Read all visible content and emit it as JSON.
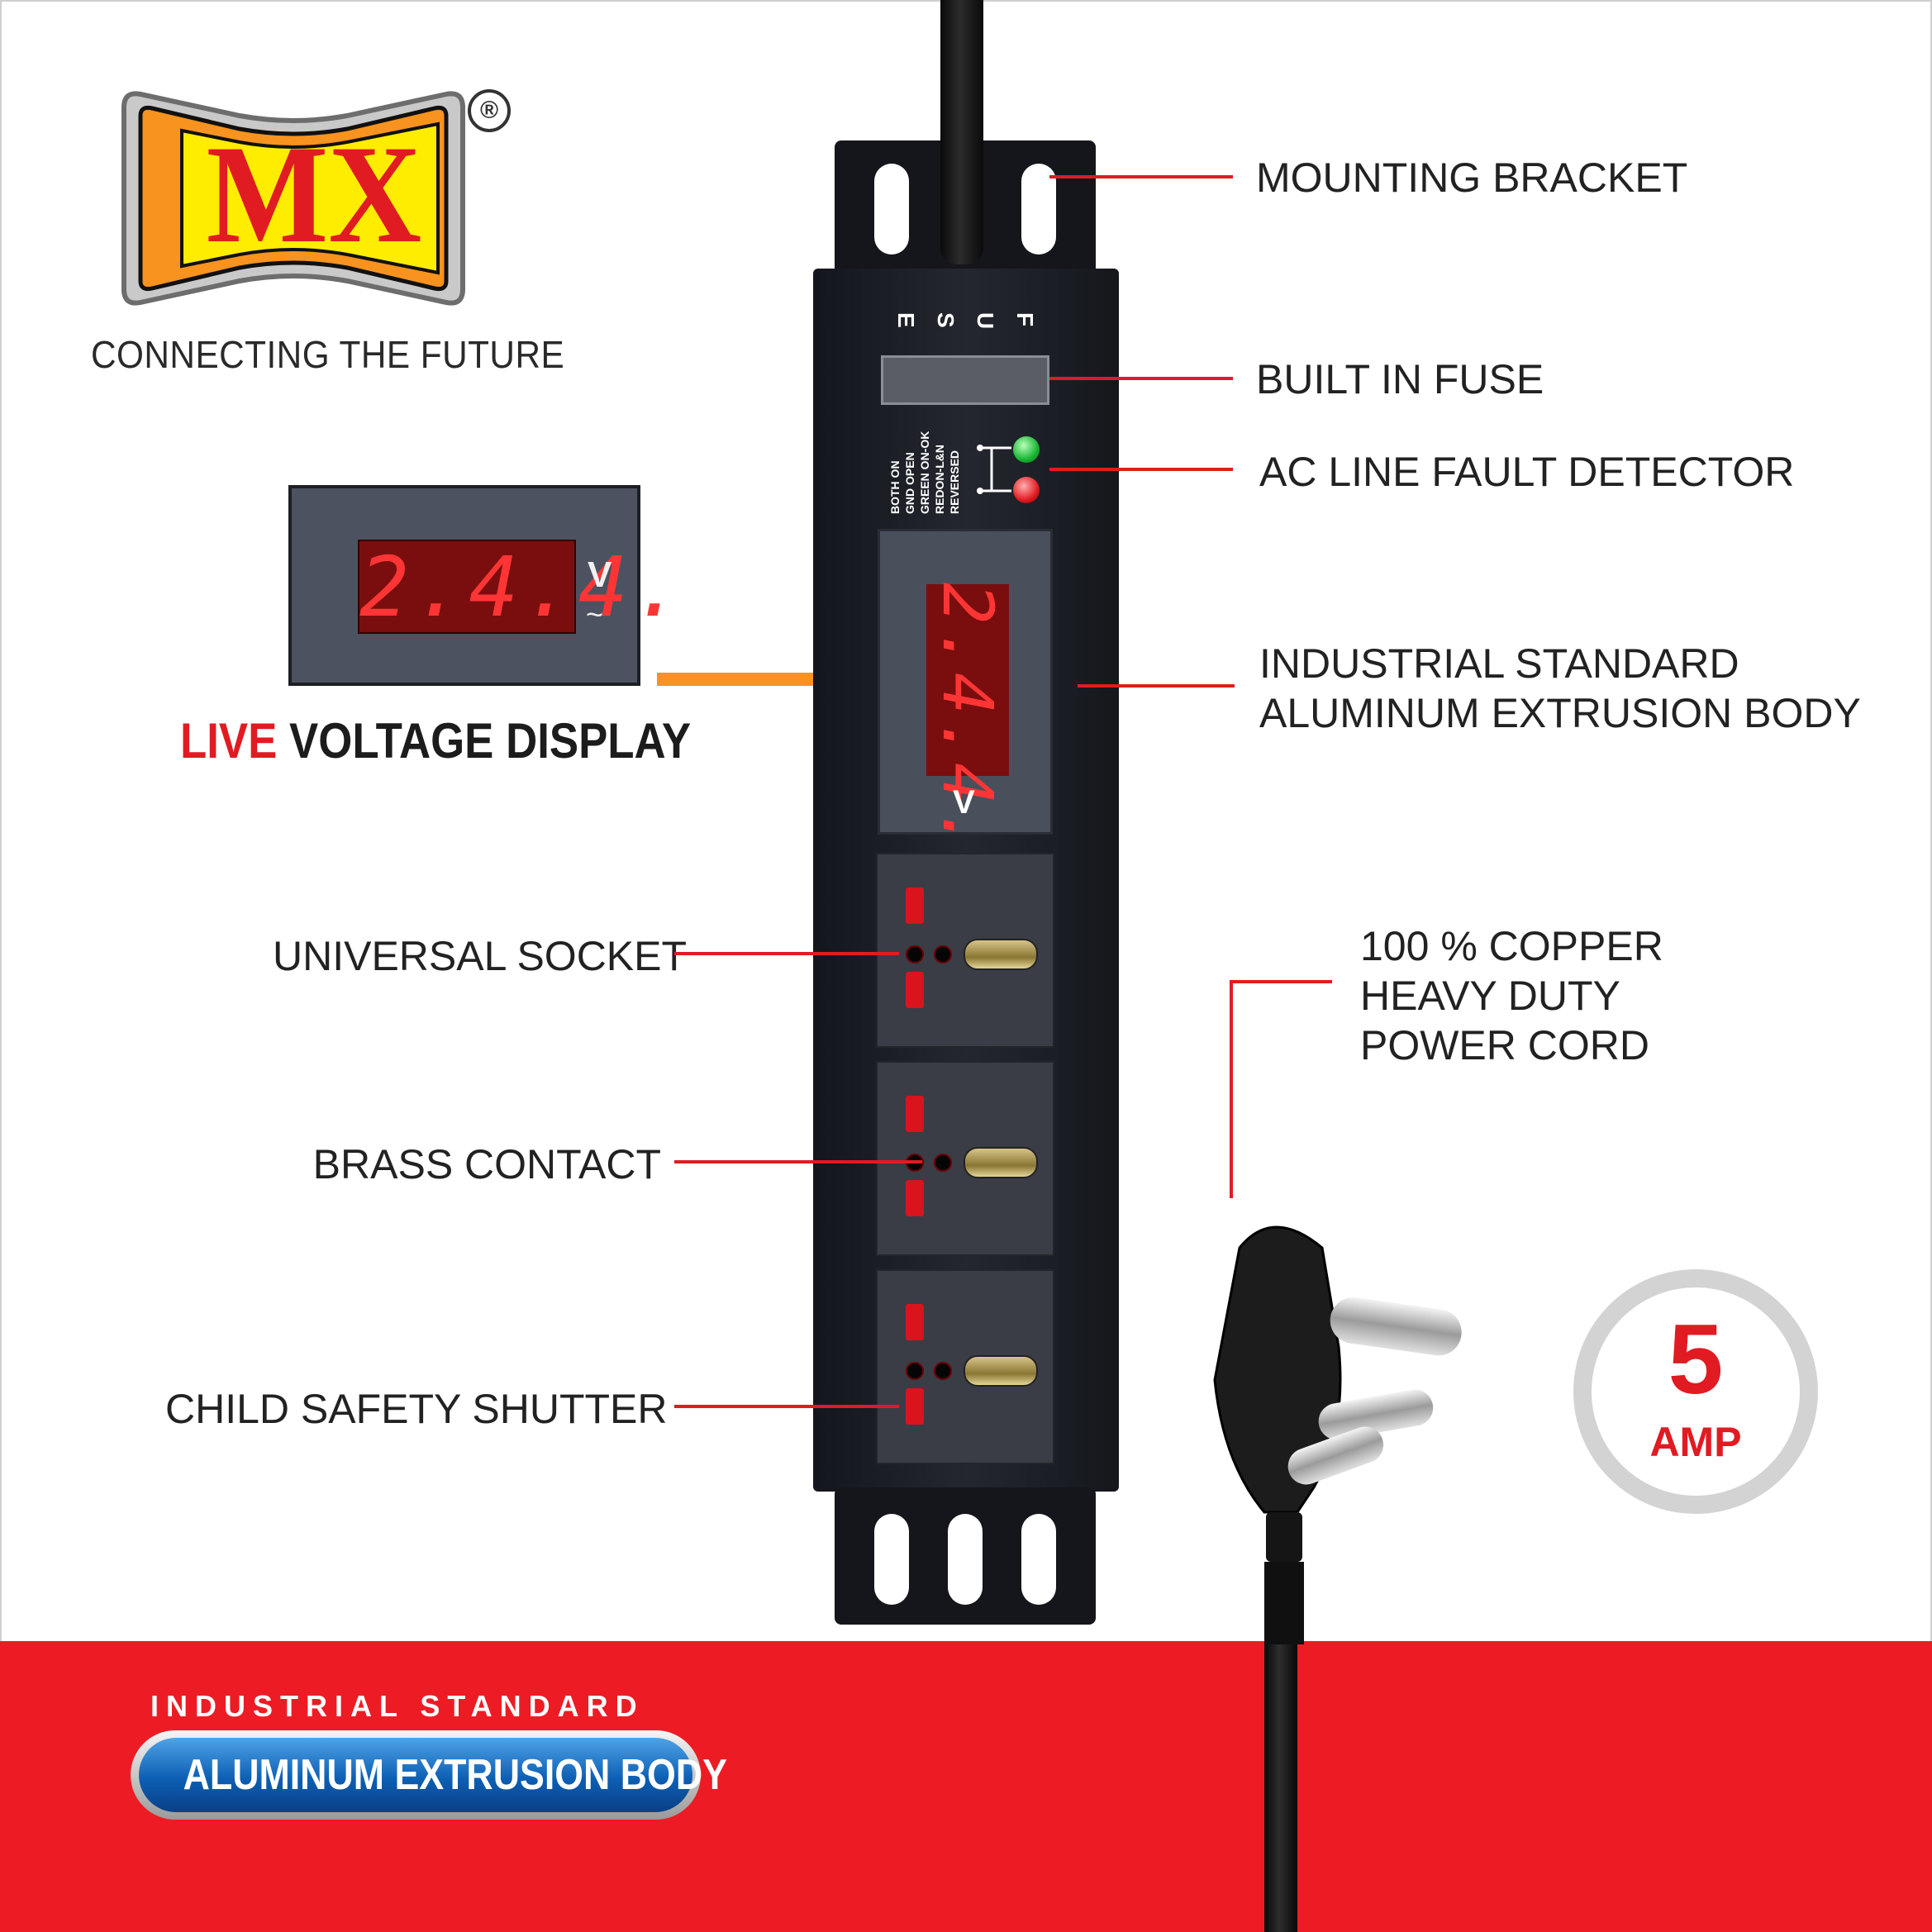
{
  "brand": {
    "logo_text": "MX",
    "registered_mark": "®",
    "tagline": "CONNECTING THE FUTURE"
  },
  "features": {
    "mounting_bracket": "MOUNTING  BRACKET",
    "built_in_fuse": "BUILT IN FUSE",
    "ac_line_fault": "AC LINE FAULT DETECTOR",
    "body_line1": "INDUSTRIAL STANDARD",
    "body_line2": "ALUMINUM EXTRUSION BODY",
    "universal_socket": "UNIVERSAL SOCKET",
    "brass_contact": "BRASS CONTACT",
    "child_safety": "CHILD SAFETY SHUTTER",
    "cord_line1": "100 % COPPER",
    "cord_line2": "HEAVY DUTY",
    "cord_line3": "POWER CORD"
  },
  "display": {
    "reading": "2.4.4.",
    "unit": "V",
    "title_highlight": "LIVE",
    "title_rest": " VOLTAGE DISPLAY"
  },
  "strip": {
    "fuse_letters": [
      "F",
      "U",
      "S",
      "E"
    ],
    "fault_line1": "BOTH ON",
    "fault_line2": "GND OPEN",
    "fault_line3": "GREEN ON-OK",
    "fault_line4": "REDON-L&N REVERSED",
    "reading": "2.4.4.",
    "unit": "V"
  },
  "rating": {
    "value": "5",
    "unit": "AMP"
  },
  "bottom_badge": {
    "line1": "INDUSTRIAL STANDARD",
    "line2": "ALUMINUM EXTRUSION BODY"
  },
  "colors": {
    "accent_red": "#ed1c24",
    "pill_blue": "#0d5fb4",
    "arrow_orange": "#f7931e",
    "strip_black": "#1d2027"
  }
}
